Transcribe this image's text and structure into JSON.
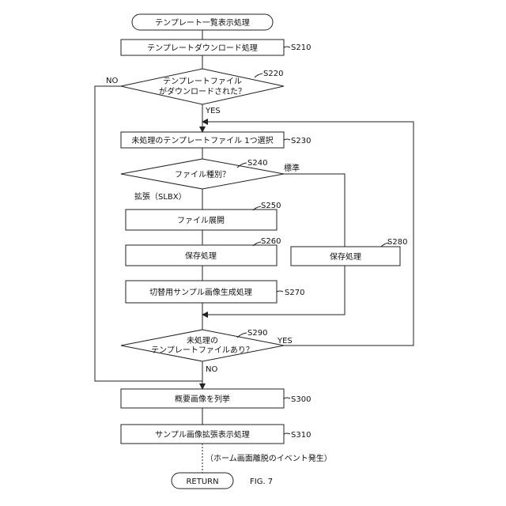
{
  "flowchart": {
    "start": "テンプレート一覧表示処理",
    "s210": {
      "label": "テンプレートダウンロード処理",
      "step": "S210"
    },
    "s220": {
      "line1": "テンプレートファイル",
      "line2": "がダウンロードされた？",
      "step": "S220",
      "no": "NO",
      "yes": "YES"
    },
    "s230": {
      "label": "未処理のテンプレートファイル 1つ選択",
      "step": "S230"
    },
    "s240": {
      "label": "ファイル種別？",
      "step": "S240",
      "standard": "標準",
      "extended": "拡張（SLBX）"
    },
    "s250": {
      "label": "ファイル展開",
      "step": "S250"
    },
    "s260": {
      "label": "保存処理",
      "step": "S260"
    },
    "s280": {
      "label": "保存処理",
      "step": "S280"
    },
    "s270": {
      "label": "切替用サンプル画像生成処理",
      "step": "S270"
    },
    "s290": {
      "line1": "未処理の",
      "line2": "テンプレートファイルあり？",
      "step": "S290",
      "yes": "YES",
      "no": "NO"
    },
    "s300": {
      "label": "概要画像を列挙",
      "step": "S300"
    },
    "s310": {
      "label": "サンプル画像拡張表示処理",
      "step": "S310"
    },
    "event": "（ホーム画面離脱のイベント発生）",
    "end": "RETURN",
    "figure": "FIG. 7"
  }
}
